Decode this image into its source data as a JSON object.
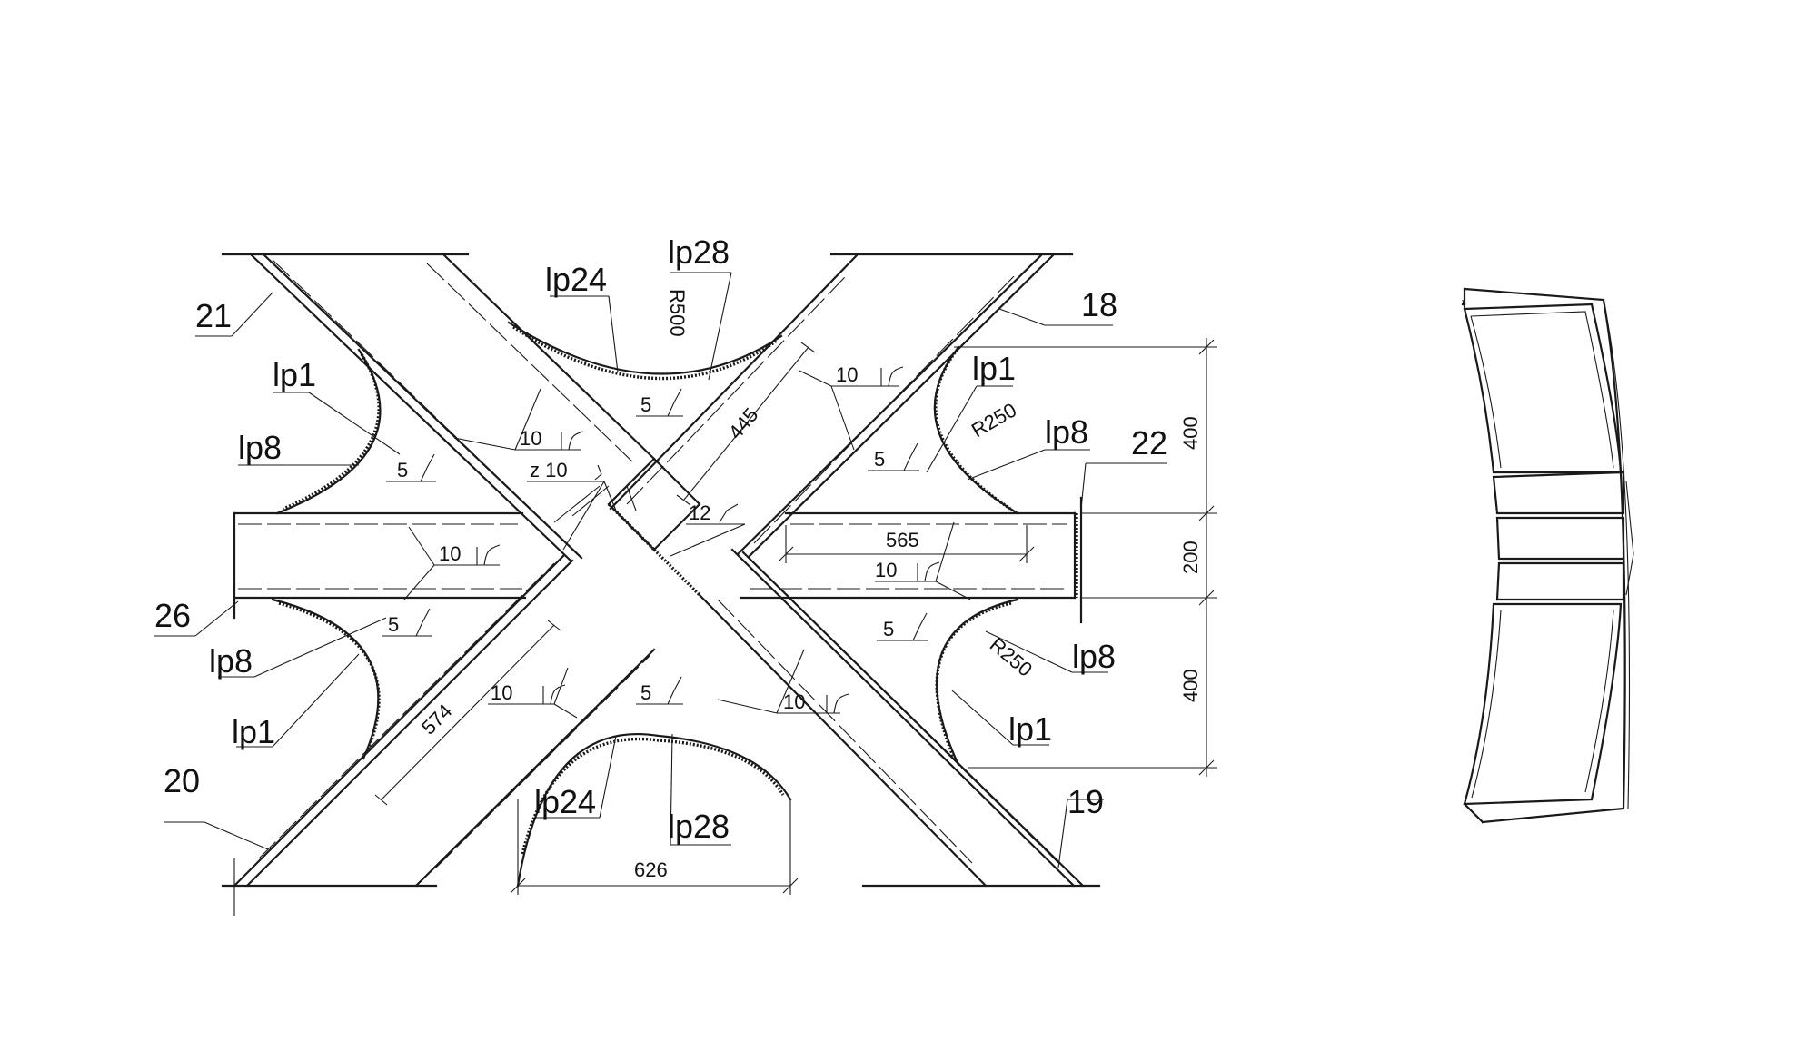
{
  "labels": {
    "m18": "18",
    "m19": "19",
    "m20": "20",
    "m21": "21",
    "m22": "22",
    "m26": "26",
    "lp1": "lp1",
    "lp8": "lp8",
    "lp24": "lp24",
    "lp28": "lp28"
  },
  "dimensions": {
    "d400": "400",
    "d200": "200",
    "d565": "565",
    "d445": "445",
    "d574": "574",
    "d626": "626",
    "r500": "R500",
    "r250": "R250"
  },
  "welds": {
    "w5": "5",
    "w10": "10",
    "w12": "12",
    "wz10": "z 10"
  }
}
